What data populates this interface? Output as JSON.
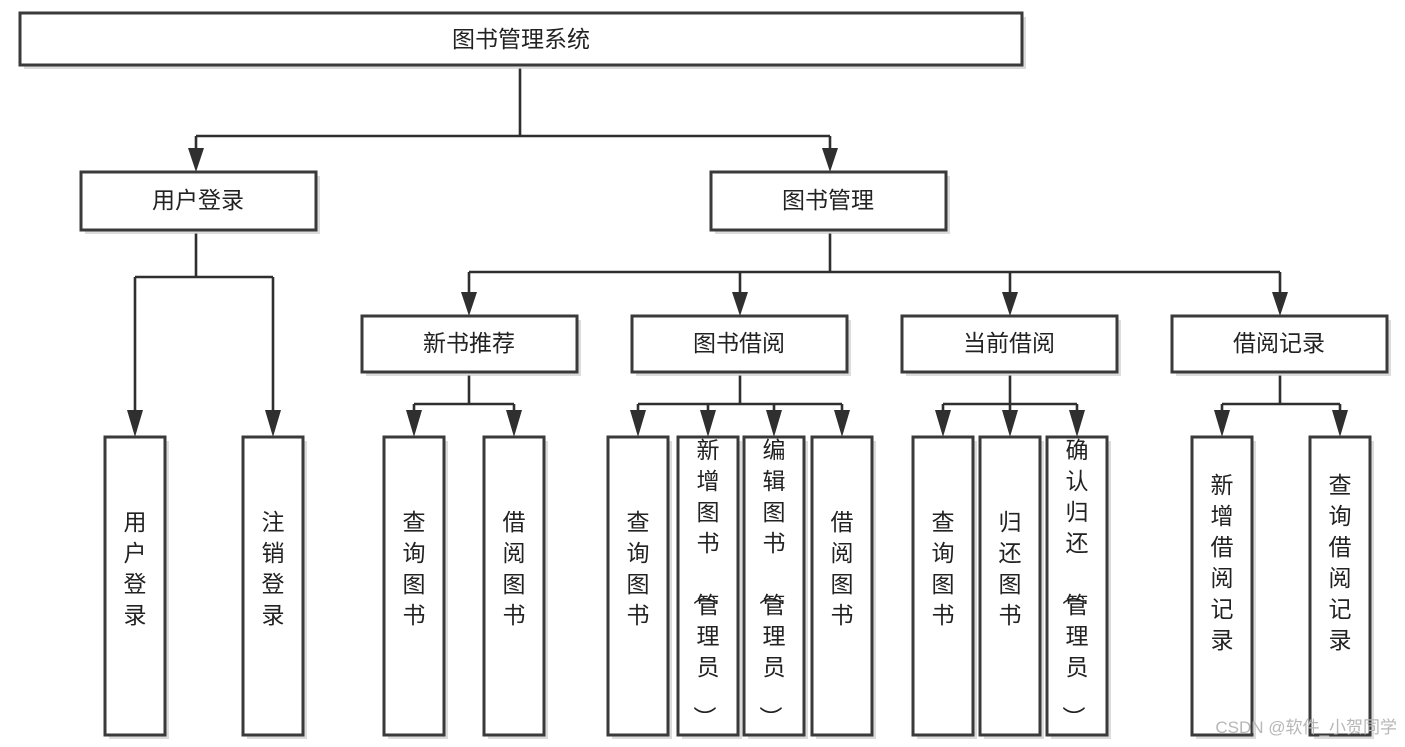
{
  "diagram": {
    "type": "tree",
    "title": "图书管理系统",
    "root": {
      "id": "root",
      "label": "图书管理系统",
      "level": 0
    },
    "level1": [
      {
        "id": "user-login",
        "label": "用户登录"
      },
      {
        "id": "book-manage",
        "label": "图书管理"
      }
    ],
    "level2": [
      {
        "id": "new-book-rec",
        "label": "新书推荐",
        "parent": "book-manage"
      },
      {
        "id": "book-borrow",
        "label": "图书借阅",
        "parent": "book-manage"
      },
      {
        "id": "current-borrow",
        "label": "当前借阅",
        "parent": "book-manage"
      },
      {
        "id": "borrow-record",
        "label": "借阅记录",
        "parent": "book-manage"
      }
    ],
    "leaves": {
      "user-login": [
        {
          "id": "leaf-user-login",
          "label": "用户登录"
        },
        {
          "id": "leaf-logout",
          "label": "注销登录"
        }
      ],
      "new-book-rec": [
        {
          "id": "leaf-query-book-1",
          "label": "查询图书"
        },
        {
          "id": "leaf-borrow-book-1",
          "label": "借阅图书"
        }
      ],
      "book-borrow": [
        {
          "id": "leaf-query-book-2",
          "label": "查询图书"
        },
        {
          "id": "leaf-add-book",
          "label": "新增图书（管理员）"
        },
        {
          "id": "leaf-edit-book",
          "label": "编辑图书（管理员）"
        },
        {
          "id": "leaf-borrow-book-2",
          "label": "借阅图书"
        }
      ],
      "current-borrow": [
        {
          "id": "leaf-query-book-3",
          "label": "查询图书"
        },
        {
          "id": "leaf-return-book",
          "label": "归还图书"
        },
        {
          "id": "leaf-confirm-return",
          "label": "确认归还（管理员）"
        }
      ],
      "borrow-record": [
        {
          "id": "leaf-add-record",
          "label": "新增借阅记录"
        },
        {
          "id": "leaf-query-record",
          "label": "查询借阅记录"
        }
      ]
    }
  },
  "watermark": {
    "label": "CSDN @软件_小贺同学"
  },
  "colors": {
    "box_stroke": "#3a3a3a",
    "connector": "#2f2f2f",
    "text": "#222222",
    "background": "#ffffff",
    "watermark": "#b7b7b7"
  }
}
